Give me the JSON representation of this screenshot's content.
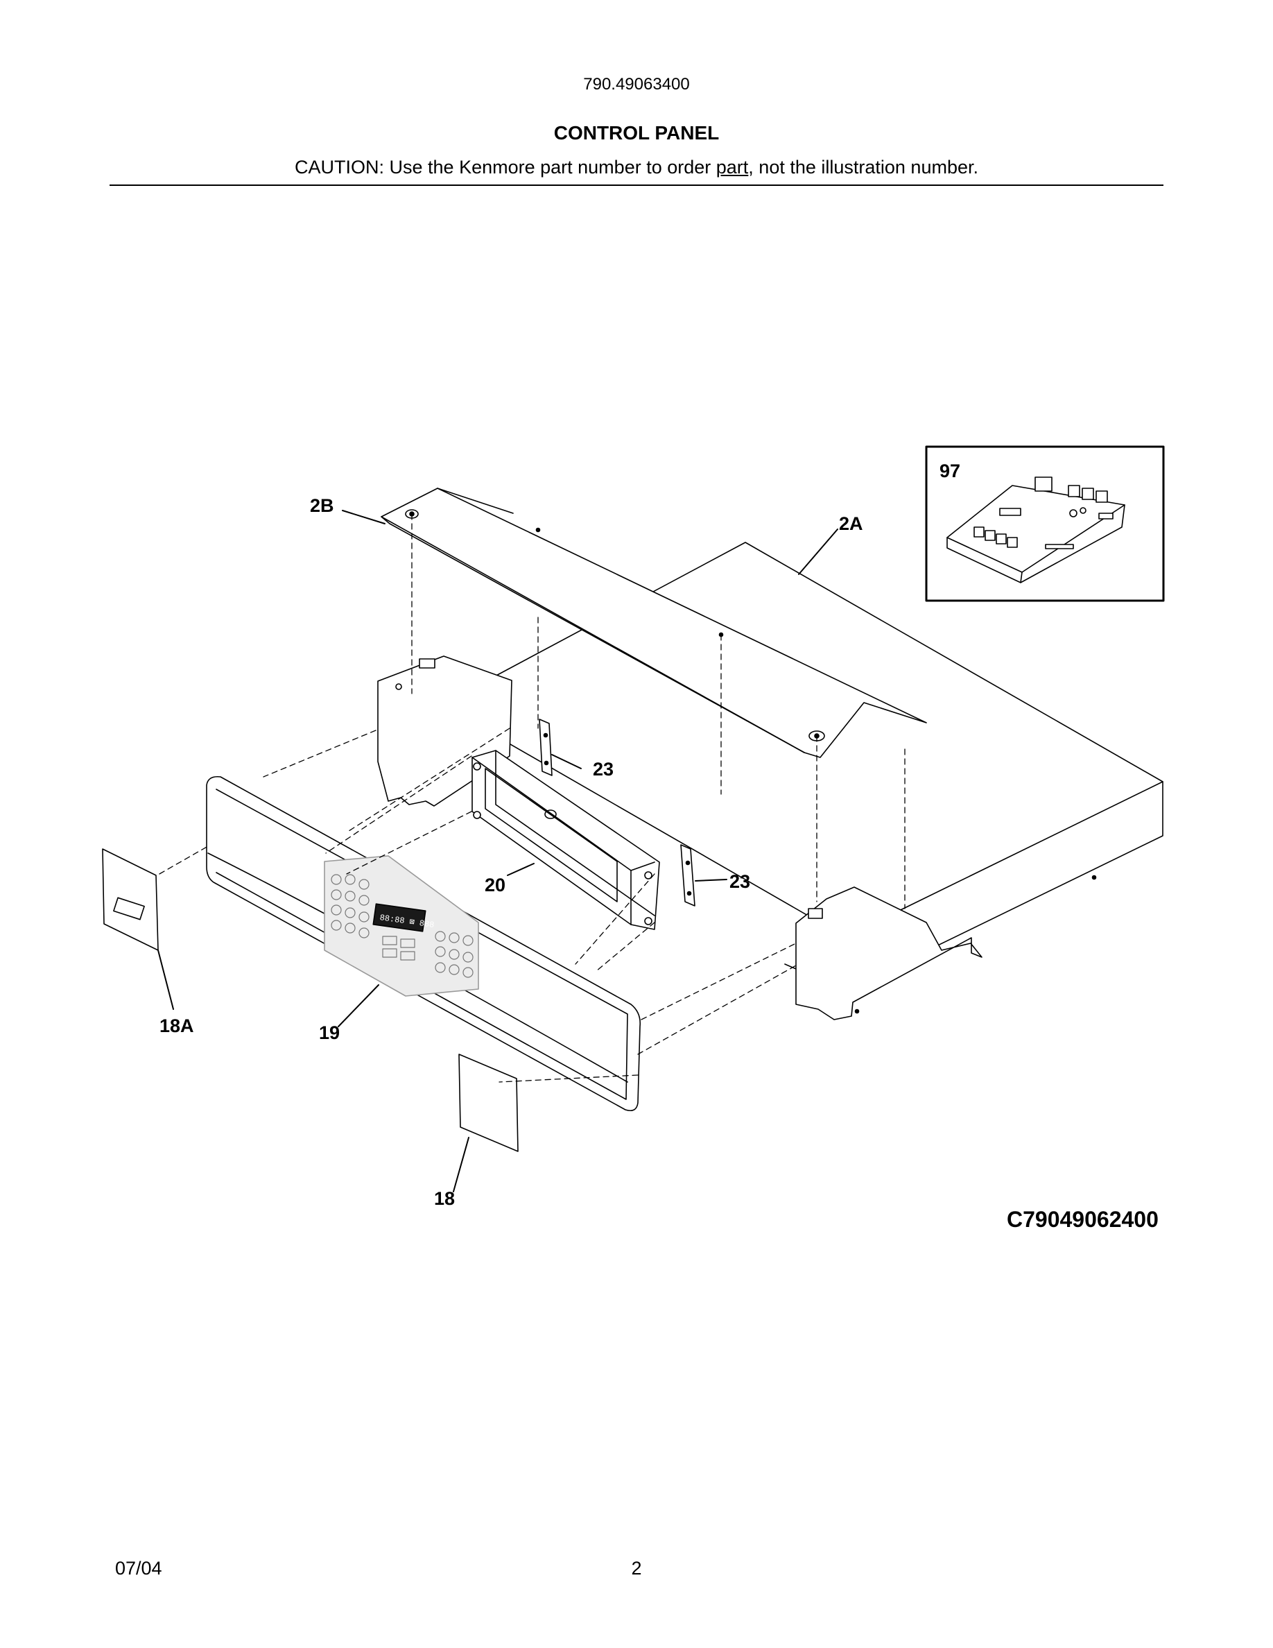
{
  "header": {
    "model_number": "790.49063400",
    "title": "CONTROL PANEL",
    "caution_prefix": "CAUTION: Use the Kenmore part number to order ",
    "caution_underlined": "part",
    "caution_suffix": ", not the illustration number."
  },
  "diagram": {
    "callouts": {
      "c2B": "2B",
      "c2A": "2A",
      "c97": "97",
      "c23a": "23",
      "c23b": "23",
      "c20": "20",
      "c18A": "18A",
      "c19": "19",
      "c18": "18"
    },
    "display_readout": "88:88 ⊠ 888",
    "drawing_code": "C79049062400"
  },
  "footer": {
    "date": "07/04",
    "page_number": "2"
  }
}
